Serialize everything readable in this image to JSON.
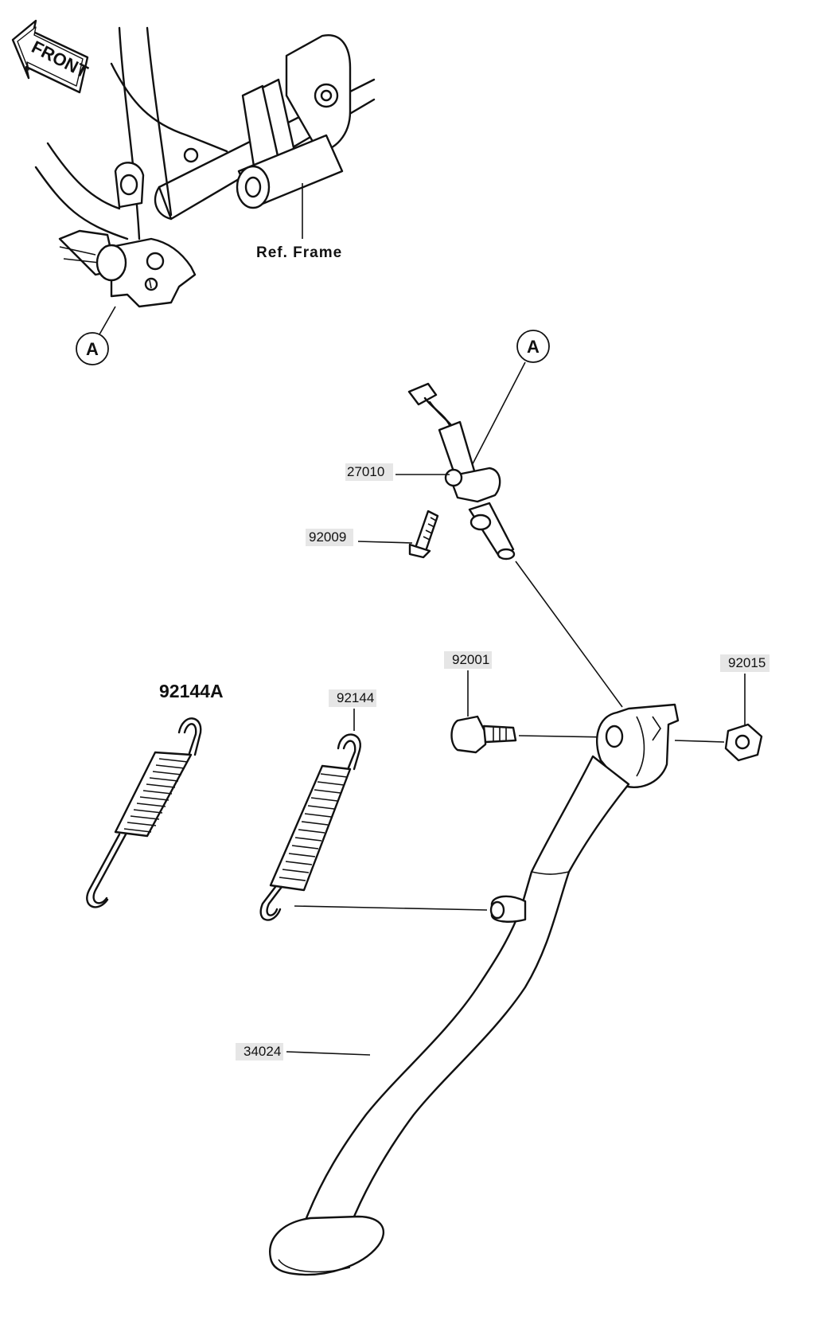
{
  "front_label": "FRONT",
  "ref_frame_label": "Ref. Frame",
  "callout_a_top": "A",
  "callout_a_mid": "A",
  "parts": {
    "p27010": "27010",
    "p92009": "92009",
    "p92001": "92001",
    "p92015": "92015",
    "p92144A": "92144A",
    "p92144": "92144",
    "p34024": "34024"
  }
}
